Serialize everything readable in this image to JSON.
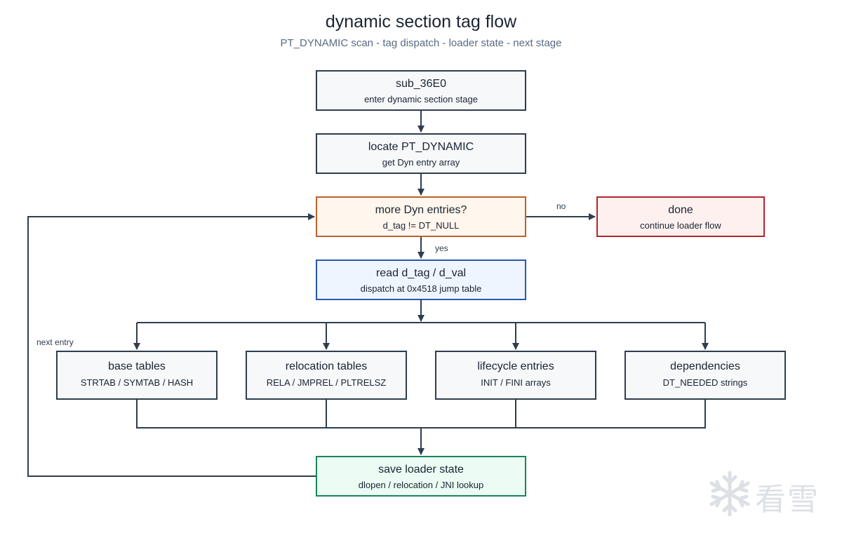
{
  "title": "dynamic section tag flow",
  "subtitle": "PT_DYNAMIC scan - tag dispatch - loader state - next stage",
  "nodes": {
    "sub": {
      "title": "sub_36E0",
      "desc": "enter dynamic section stage"
    },
    "locate": {
      "title": "locate PT_DYNAMIC",
      "desc": "get Dyn entry array"
    },
    "more": {
      "title": "more Dyn entries?",
      "desc": "d_tag != DT_NULL"
    },
    "done": {
      "title": "done",
      "desc": "continue loader flow"
    },
    "read": {
      "title": "read d_tag / d_val",
      "desc": "dispatch at 0x4518 jump table"
    },
    "base": {
      "title": "base tables",
      "desc": "STRTAB / SYMTAB / HASH"
    },
    "reloc": {
      "title": "relocation tables",
      "desc": "RELA / JMPREL / PLTRELSZ"
    },
    "life": {
      "title": "lifecycle entries",
      "desc": "INIT / FINI arrays"
    },
    "deps": {
      "title": "dependencies",
      "desc": "DT_NEEDED strings"
    },
    "save": {
      "title": "save loader state",
      "desc": "dlopen / relocation / JNI lookup"
    }
  },
  "edge_labels": {
    "no": "no",
    "yes": "yes",
    "next_entry": "next entry"
  },
  "colors": {
    "default_border": "#2f3d4f",
    "decision_border": "#c0602a",
    "terminal_border": "#b3262b",
    "dispatch_border": "#2a56b3",
    "state_border": "#17875a"
  },
  "watermark": {
    "text": "看雪",
    "icon": "snowflake-icon"
  }
}
